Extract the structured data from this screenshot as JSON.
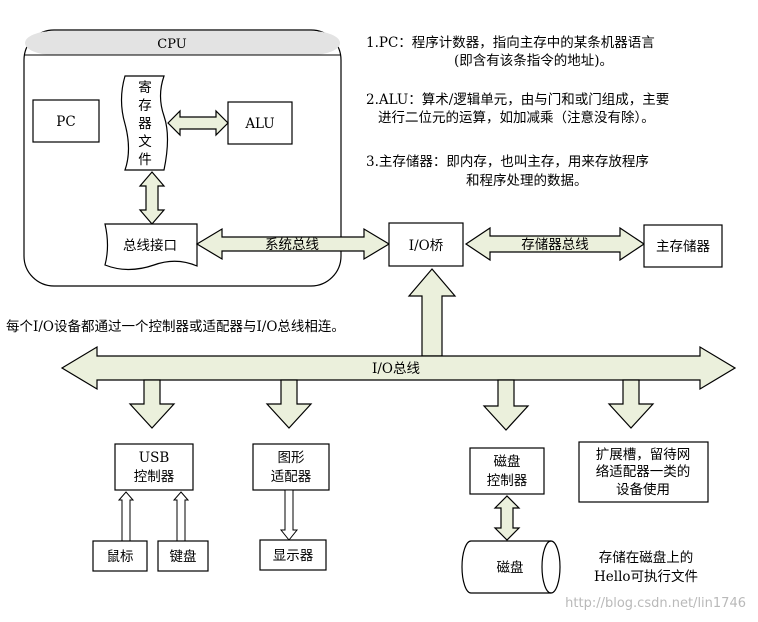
{
  "cpu": {
    "title": "CPU",
    "pc": "PC",
    "alu": "ALU",
    "register_file": [
      "寄",
      "存",
      "器",
      "文",
      "件"
    ],
    "bus_interface": "总线接口"
  },
  "buses": {
    "system_bus": "系统总线",
    "io_bridge": "I/O桥",
    "memory_bus": "存储器总线",
    "main_memory": "主存储器",
    "io_bus": "I/O总线"
  },
  "notes": {
    "note1": [
      "1.PC：程序计数器，指向主存中的某条机器语言",
      "(即含有该条指令的地址)。"
    ],
    "note2": [
      "2.ALU：算术/逻辑单元，由与门和或门组成，主要",
      "进行二位元的运算，如加减乘（注意没有除）。"
    ],
    "note3": [
      "3.主存储器：即内存，也叫主存，用来存放程序",
      "和程序处理的数据。"
    ],
    "io_note": "每个I/O设备都通过一个控制器或适配器与I/O总线相连。",
    "disk_note": [
      "存储在磁盘上的",
      "Hello可执行文件"
    ]
  },
  "devices": {
    "usb_controller": [
      "USB",
      "控制器"
    ],
    "mouse": "鼠标",
    "keyboard": "键盘",
    "graphics_adapter": [
      "图形",
      "适配器"
    ],
    "display": "显示器",
    "disk_controller": [
      "磁盘",
      "控制器"
    ],
    "disk": "磁盘",
    "expansion_slot": [
      "扩展槽，留待网",
      "络适配器一类的",
      "设备使用"
    ]
  },
  "watermark": "http://blog.csdn.net/lin1746",
  "colors": {
    "arrow_fill": "#ebf0dc",
    "stroke": "#000000",
    "watermark": "#b9b9b9"
  }
}
